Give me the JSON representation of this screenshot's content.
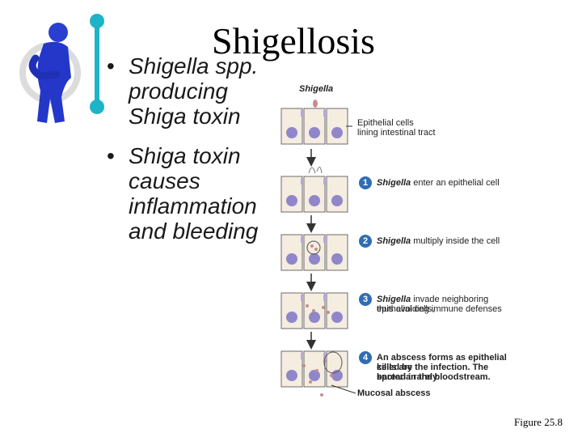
{
  "slide": {
    "title": "Shigellosis",
    "bullets": [
      {
        "lines": [
          "Shigella spp.",
          "producing",
          "Shiga toxin"
        ]
      },
      {
        "lines": [
          "Shiga toxin",
          "causes",
          "inflammation",
          "and bleeding"
        ]
      }
    ],
    "caption": "Figure 25.8"
  },
  "figure": {
    "top_label": "Shigella",
    "tissue_label_1": "Epithelial cells",
    "tissue_label_2": "lining intestinal tract",
    "steps": [
      {
        "num": "1",
        "italic": "Shigella",
        "rest": " enter an epithelial cell"
      },
      {
        "num": "2",
        "italic": "Shigella",
        "rest": " multiply inside the cell"
      },
      {
        "num": "3",
        "italic": "Shigella",
        "rest": " invade neighboring epithelial cells,",
        "line2": "thus avoiding immune defenses"
      },
      {
        "num": "4",
        "rest": "An abscess forms as epithelial cells are",
        "line2": "killed by the infection. The bacteria rarely",
        "line3": "spread in the bloodstream."
      }
    ],
    "abscess_label": "Mucosal abscess"
  },
  "colors": {
    "accent": "#2f6db4",
    "logo_bar": "#1fb3c8",
    "figure_blue": "#3b4fd6"
  }
}
